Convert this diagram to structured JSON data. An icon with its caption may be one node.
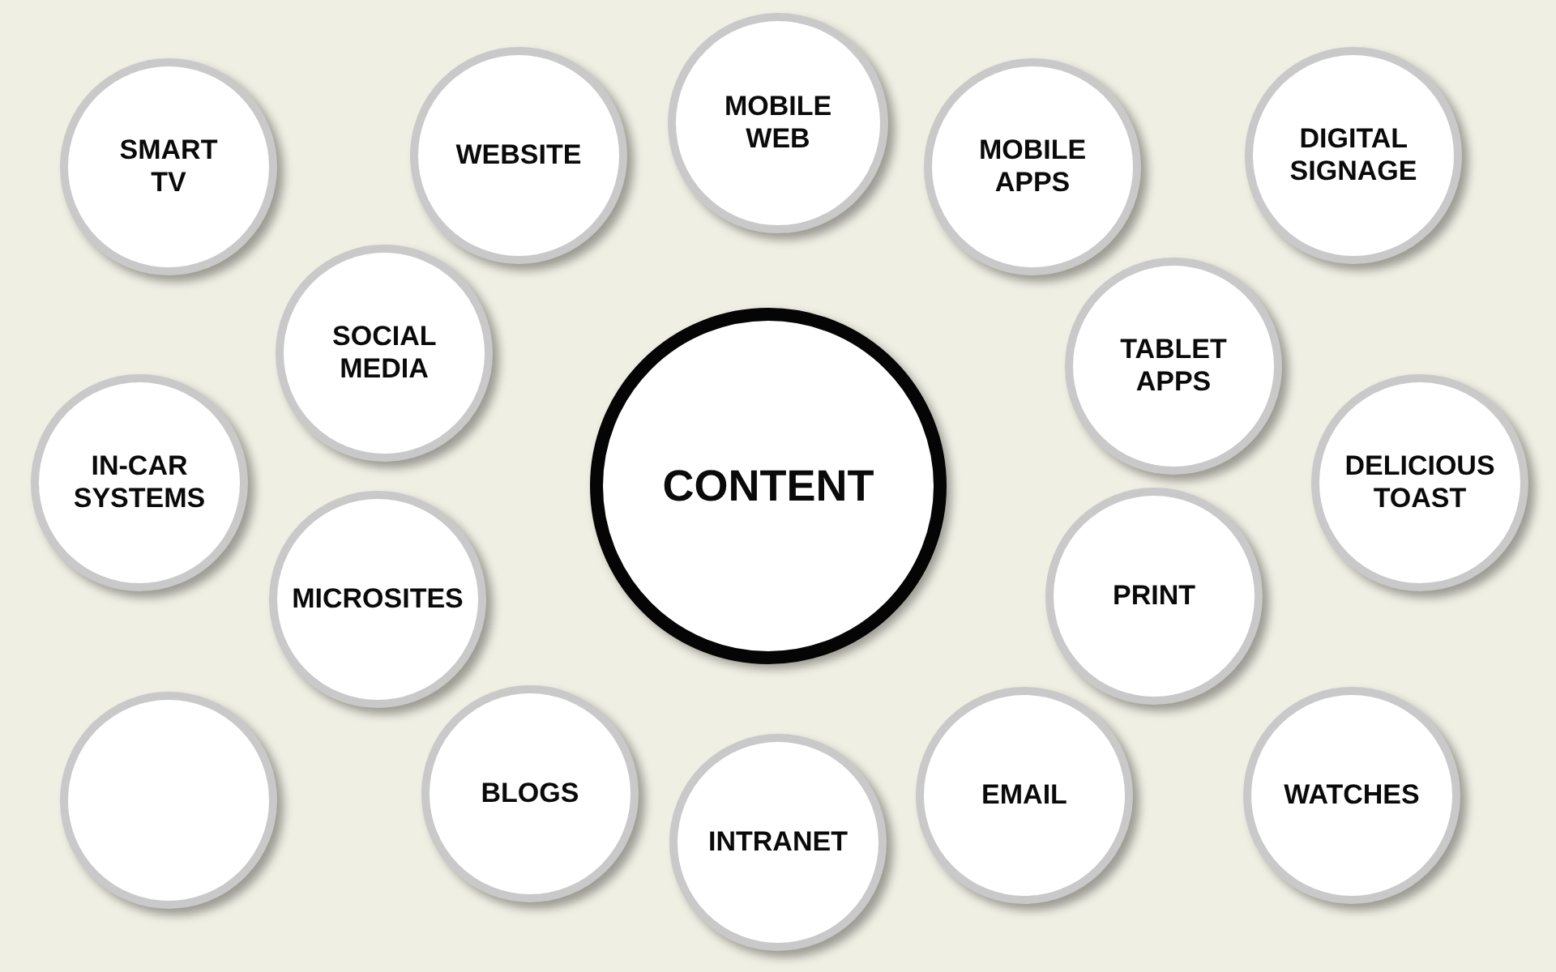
{
  "diagram": {
    "nodes": [
      {
        "text": [
          "SMART TV"
        ]
      },
      {
        "text": [
          "WEBSITE"
        ]
      },
      {
        "text": [
          "MOBILE WEB"
        ]
      },
      {
        "text": [
          "MOBILE APPS"
        ]
      },
      {
        "text": [
          "DIGITAL SIGNAGE"
        ]
      },
      {
        "text": [
          "SOCIAL MEDIA"
        ]
      },
      {
        "text": [
          "TABLET APPS"
        ]
      },
      {
        "text": [
          "IN-CAR SYSTEMS"
        ]
      },
      {
        "text": [
          "CONTENT"
        ]
      },
      {
        "text": [
          "DELICIOUS TOAST"
        ]
      },
      {
        "text": [
          "MICROSITES"
        ]
      },
      {
        "text": [
          "PRINT"
        ]
      },
      {
        "text": [],
        "shape": "circle"
      },
      {
        "text": [
          "BLOGS"
        ]
      },
      {
        "text": [
          "INTRANET"
        ]
      },
      {
        "text": [
          "EMAIL"
        ]
      },
      {
        "text": [
          "WATCHES"
        ]
      }
    ]
  }
}
